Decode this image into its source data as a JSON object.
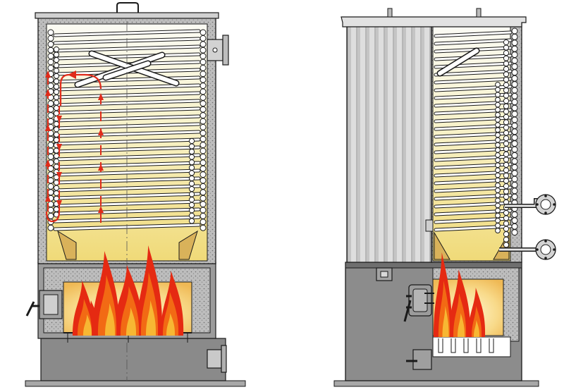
{
  "colors": {
    "background": "#ffffff",
    "outline": "#1a1a1a",
    "insulation": "#b9b9b9",
    "base_metal": "#7d7d7d",
    "base_metal_light": "#9a9a9a",
    "furnace_glow": "#f5d07a",
    "furnace_glow_light": "#fff4c7",
    "chamber_top": "#fbfbf4",
    "chamber_bottom": "#f2e08a",
    "coil": "#ffffff",
    "flow_arrow": "#e02b1a",
    "flame_outer": "#e52a12",
    "flame_mid": "#f26a14",
    "flame_inner": "#f7b733",
    "jacket": "#d5d5d5",
    "jacket_stripe": "#8c8c8c"
  },
  "views": [
    {
      "id": "section",
      "name": "cross-section-view"
    },
    {
      "id": "exterior",
      "name": "half-exterior-view"
    }
  ],
  "icons": [
    "arrow-up-icon",
    "flame-icon",
    "handle-icon",
    "flange-icon",
    "latch-icon",
    "hinge-icon"
  ]
}
